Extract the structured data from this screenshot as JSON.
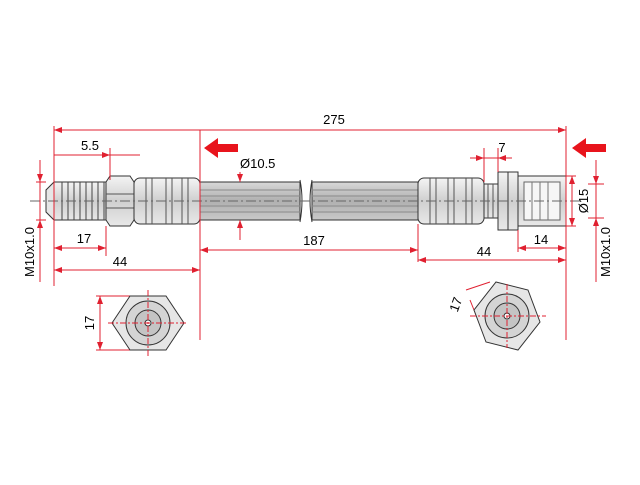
{
  "dimensions": {
    "overall_length": "275",
    "left_thread_length": "5.5",
    "hose_diameter": "Ø10.5",
    "left_fitting_length": "17",
    "left_thread_spec": "M10x1.0",
    "left_span": "44",
    "hose_length": "187",
    "right_gap": "7",
    "right_fitting_diameter": "Ø15",
    "right_socket_length": "14",
    "right_span": "44",
    "right_thread_spec": "M10x1.0",
    "left_hex_size": "17",
    "right_hex_size": "17"
  },
  "colors": {
    "dimension_line": "#e02030",
    "outline": "#333333",
    "hose_fill": "#b8b8b8",
    "metal_fill": "#e0e0e0",
    "arrow_fill": "#e8141c"
  },
  "icons": [
    "red-arrow-icon"
  ]
}
